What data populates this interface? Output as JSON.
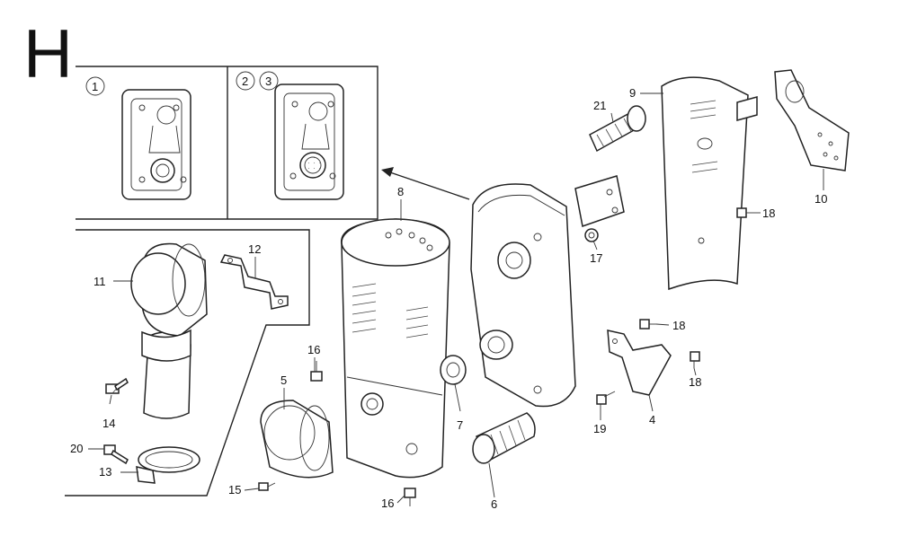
{
  "section_letter": "H",
  "variant_markers": [
    "1",
    "2",
    "3"
  ],
  "callouts": {
    "c1": "1",
    "c2": "2",
    "c3": "3",
    "p4": "4",
    "p5": "5",
    "p6": "6",
    "p7": "7",
    "p8": "8",
    "p9": "9",
    "p10": "10",
    "p11": "11",
    "p12": "12",
    "p13": "13",
    "p14": "14",
    "p15": "15",
    "p16a": "16",
    "p16b": "16",
    "p17": "17",
    "p18a": "18",
    "p18b": "18",
    "p18c": "18",
    "p19": "19",
    "p20": "20",
    "p21": "21"
  }
}
